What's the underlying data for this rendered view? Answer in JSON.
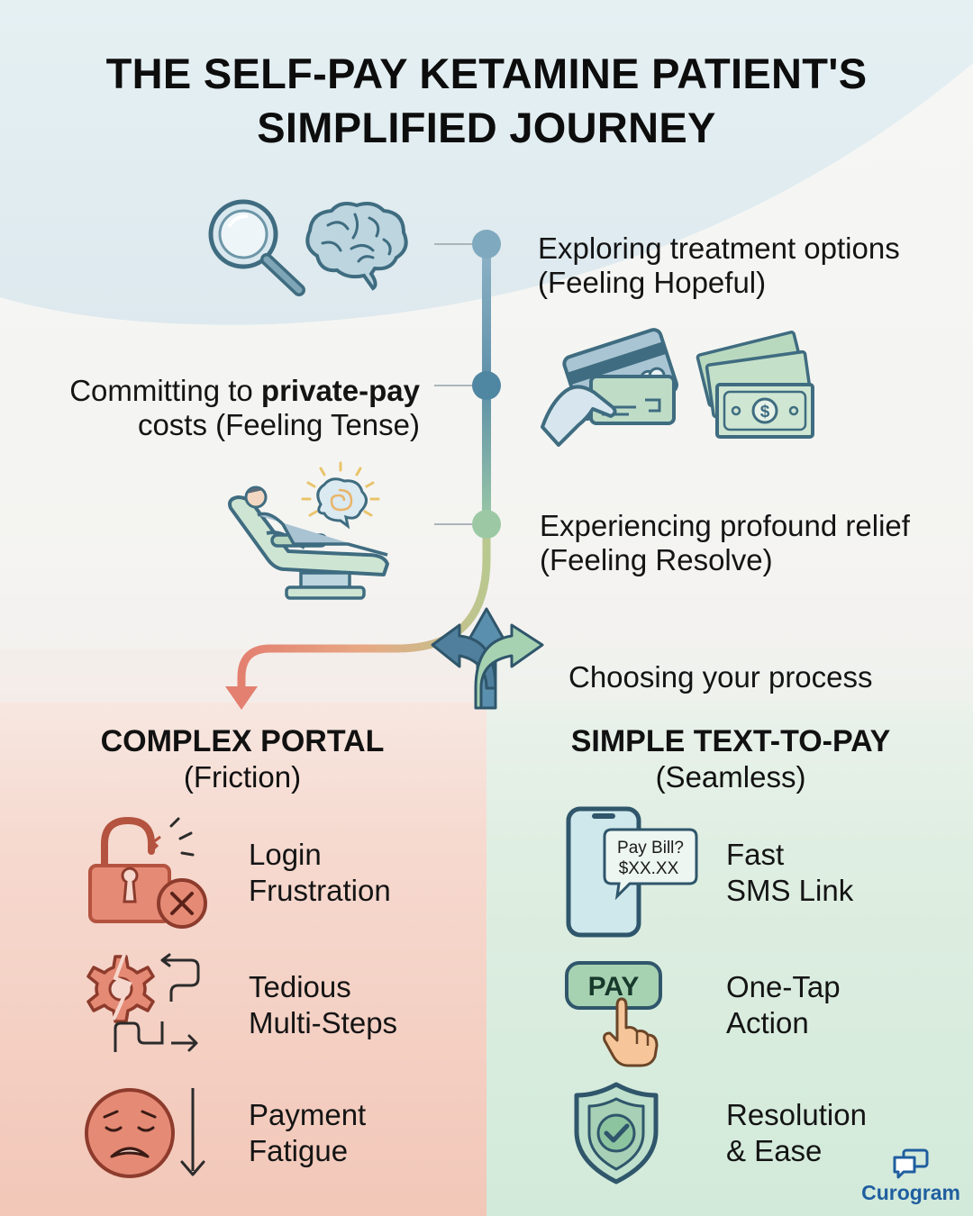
{
  "title": {
    "line1": "THE SELF-PAY KETAMINE PATIENT'S",
    "line2": "SIMPLIFIED JOURNEY"
  },
  "stages": [
    {
      "line1": "Exploring treatment options",
      "line2": "(Feeling Hopeful)"
    },
    {
      "line1_pre": "Committing to ",
      "line1_bold": "private-pay",
      "line2": "costs (Feeling Tense)"
    },
    {
      "line1": "Experiencing profound relief",
      "line2": "(Feeling Resolve)"
    }
  ],
  "fork_label": "Choosing your process",
  "left_branch": {
    "heading": "COMPLEX PORTAL",
    "subheading": "(Friction)",
    "items": [
      {
        "line1": "Login",
        "line2": "Frustration",
        "icon": "broken-lock-icon"
      },
      {
        "line1": "Tedious",
        "line2": "Multi-Steps",
        "icon": "broken-gear-icon"
      },
      {
        "line1": "Payment",
        "line2": "Fatigue",
        "icon": "sad-face-icon"
      }
    ]
  },
  "right_branch": {
    "heading": "SIMPLE TEXT-TO-PAY",
    "subheading": "(Seamless)",
    "items": [
      {
        "line1": "Fast",
        "line2": "SMS Link",
        "icon": "phone-sms-icon"
      },
      {
        "line1": "One-Tap",
        "line2": "Action",
        "icon": "pay-button-icon"
      },
      {
        "line1": "Resolution",
        "line2": "& Ease",
        "icon": "shield-check-icon"
      }
    ]
  },
  "phone_bubble": {
    "line1": "Pay Bill?",
    "line2": "$XX.XX"
  },
  "pay_button_label": "PAY",
  "brand": "Curogram",
  "colors": {
    "friction": "#e58a75",
    "seamless": "#8cc8a0",
    "timeline_blue": "#5a8fae",
    "brand_blue": "#1f5e9f"
  }
}
